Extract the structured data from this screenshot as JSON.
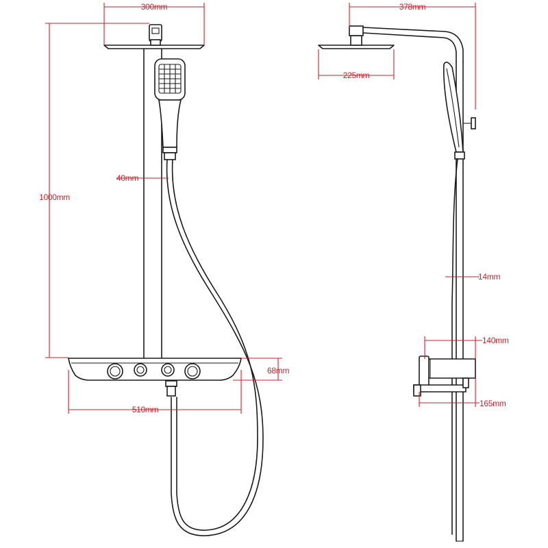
{
  "colors": {
    "dimension": "#d21f2b",
    "outline": "#1a1a1a"
  },
  "front_view": {
    "head_width": "300mm",
    "total_height": "1000mm",
    "pipe_diameter": "40mm",
    "panel_height": "68mm",
    "panel_width": "510mm"
  },
  "side_view": {
    "arm_length": "378mm",
    "head_diameter": "225mm",
    "pipe_width": "14mm",
    "panel_depth": "140mm",
    "spout_depth": "165mm"
  }
}
